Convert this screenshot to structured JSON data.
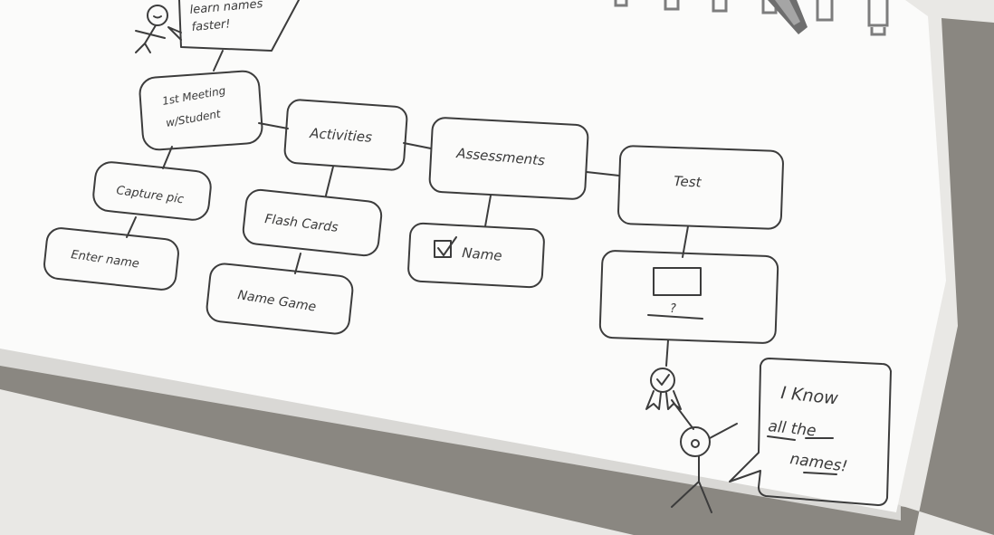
{
  "sketch": {
    "top_bubble": {
      "line1": "learn names",
      "line2": "faster!"
    },
    "nodes": {
      "first_meeting": {
        "line1": "1st Meeting",
        "line2": "w/Student"
      },
      "activities": "Activities",
      "assessments": "Assessments",
      "test": "Test",
      "capture_pic": "Capture pic",
      "enter_name": "Enter name",
      "flash_cards": "Flash Cards",
      "name_game": "Name Game",
      "check_name": "Name",
      "test_screen_question": "?"
    },
    "speech_bubble": {
      "line1": "I Know",
      "line2": "all the",
      "line3": "names!"
    }
  }
}
